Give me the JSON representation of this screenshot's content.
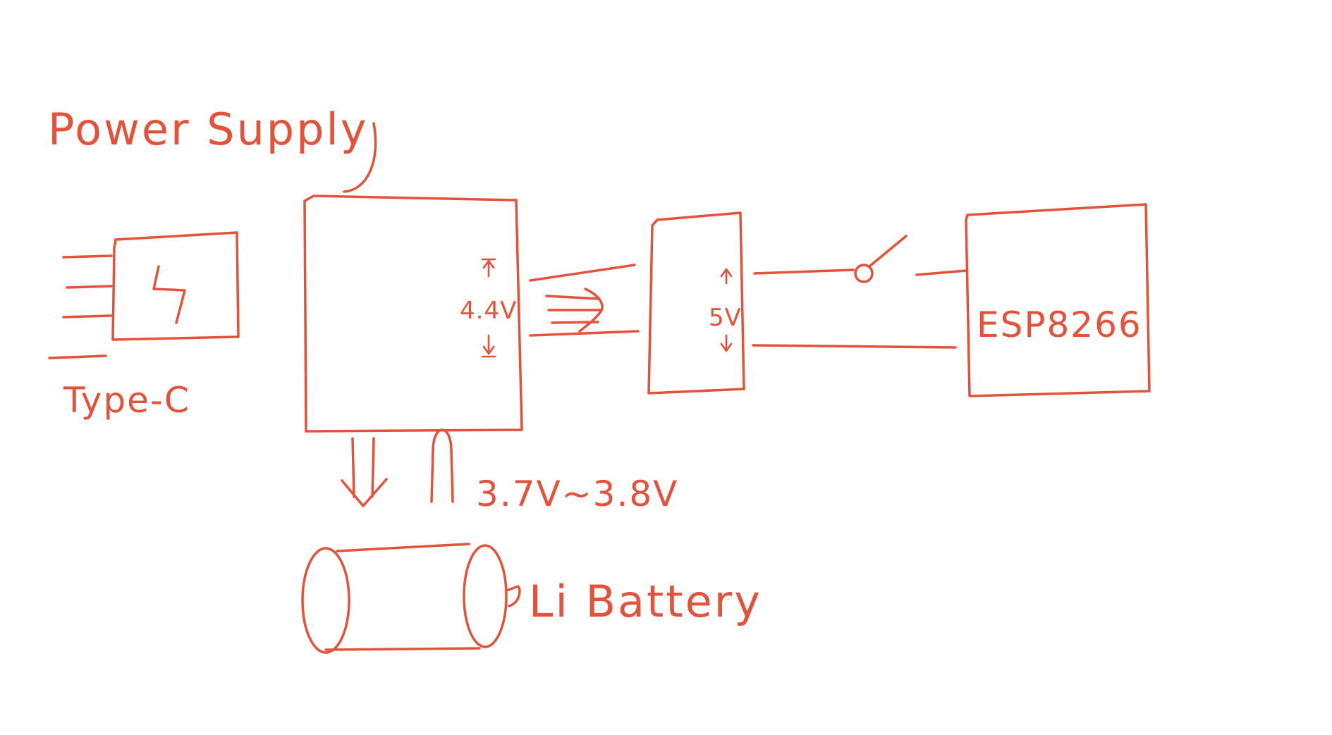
{
  "diagram": {
    "title": "Power Supply",
    "ink_color": "#e4523b",
    "background": "#ffffff",
    "components": {
      "type_c": {
        "label": "Type-C",
        "symbol": "lightning-icon"
      },
      "charger": {
        "output_voltage": "4.4V"
      },
      "boost": {
        "output_voltage": "5V"
      },
      "switch": {
        "symbol": "switch-icon"
      },
      "mcu": {
        "label": "ESP8266"
      },
      "battery": {
        "label": "Li Battery",
        "voltage": "3.7V~3.8V"
      }
    }
  }
}
